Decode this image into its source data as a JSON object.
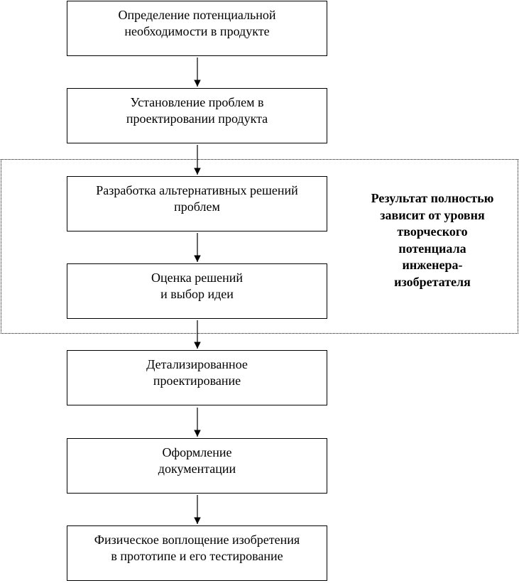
{
  "diagram": {
    "steps": [
      {
        "lines": [
          "Определение потенциальной",
          "необходимости в продукте"
        ]
      },
      {
        "lines": [
          "Установление проблем в",
          "проектировании продукта"
        ]
      },
      {
        "lines": [
          "Разработка альтернативных решений",
          "проблем"
        ]
      },
      {
        "lines": [
          "Оценка решений",
          "и выбор идеи"
        ]
      },
      {
        "lines": [
          "Детализированное",
          "проектирование"
        ]
      },
      {
        "lines": [
          "Оформление",
          "документации"
        ]
      },
      {
        "lines": [
          "Физическое воплощение изобретения",
          "в прототипе и его тестирование"
        ]
      }
    ],
    "note": {
      "lines": [
        "Результат полностью",
        "зависит от уровня",
        "творческого",
        "потенциала",
        "инженера-",
        "изобретателя"
      ]
    }
  }
}
